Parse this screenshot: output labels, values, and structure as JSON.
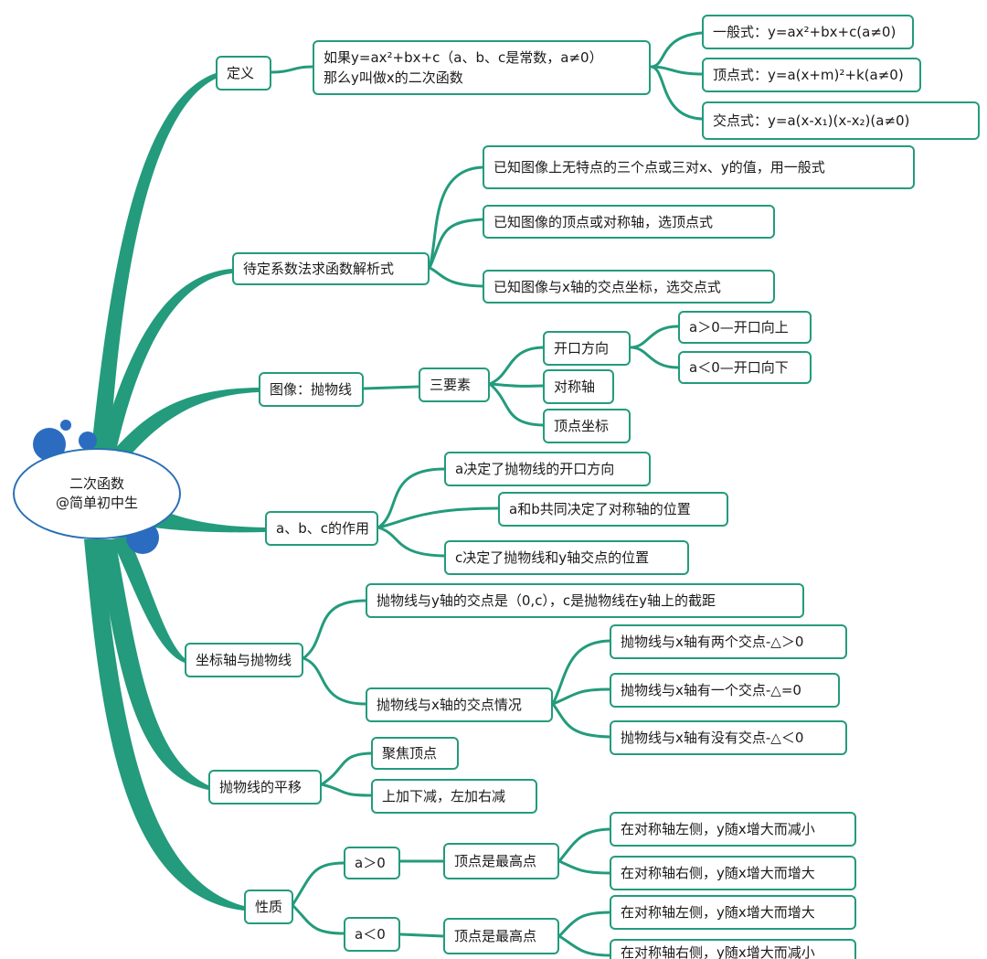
{
  "root": {
    "title": "二次函数",
    "subtitle": "@简单初中生"
  },
  "branches": {
    "definition": {
      "label": "定义",
      "body_line1": "如果y=ax²+bx+c（a、b、c是常数，a≠0）",
      "body_line2": "那么y叫做x的二次函数",
      "forms": [
        "一般式：y=ax²+bx+c(a≠0)",
        "顶点式：y=a(x+m)²+k(a≠0)",
        "交点式：y=a(x-x₁)(x-x₂)(a≠0)"
      ]
    },
    "undetermined": {
      "label": "待定系数法求函数解析式",
      "items": [
        "已知图像上无特点的三个点或三对x、y的值，用一般式",
        "已知图像的顶点或对称轴，选顶点式",
        "已知图像与x轴的交点坐标，选交点式"
      ]
    },
    "graph": {
      "label": "图像：抛物线",
      "elements_label": "三要素",
      "opening": "开口方向",
      "opening_cases": [
        "a＞0—开口向上",
        "a＜0—开口向下"
      ],
      "axis": "对称轴",
      "vertex": "顶点坐标"
    },
    "abc": {
      "label": "a、b、c的作用",
      "items": [
        "a决定了抛物线的开口方向",
        "a和b共同决定了对称轴的位置",
        "c决定了抛物线和y轴交点的位置"
      ]
    },
    "axes": {
      "label": "坐标轴与抛物线",
      "y_intersect": "抛物线与y轴的交点是（0,c），c是抛物线在y轴上的截距",
      "x_intersect": "抛物线与x轴的交点情况",
      "x_cases": [
        "抛物线与x轴有两个交点-△＞0",
        "抛物线与x轴有一个交点-△=0",
        "抛物线与x轴有没有交点-△＜0"
      ]
    },
    "translation": {
      "label": "抛物线的平移",
      "items": [
        "聚焦顶点",
        "上加下减，左加右减"
      ]
    },
    "properties": {
      "label": "性质",
      "cases": [
        {
          "cond": "a＞0",
          "vertex": "顶点是最高点",
          "sides": [
            "在对称轴左侧，y随x增大而减小",
            "在对称轴右侧，y随x增大而增大"
          ]
        },
        {
          "cond": "a＜0",
          "vertex": "顶点是最高点",
          "sides": [
            "在对称轴左侧，y随x增大而增大",
            "在对称轴右侧，y随x增大而减小"
          ]
        }
      ]
    }
  },
  "colors": {
    "line": "#239b7c",
    "accent": "#2b6cc0",
    "border": "#239b7c"
  }
}
